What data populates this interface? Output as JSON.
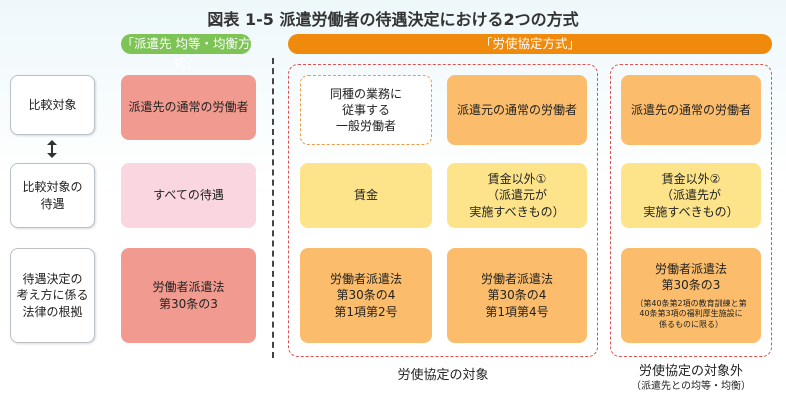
{
  "title": "図表 1-5 派遣労働者の待遇決定における2つの方式",
  "headers": {
    "equal": "「派遣先 均等・均衡方式」",
    "labor": "「労使協定方式」"
  },
  "row_labels": {
    "compare": "比較対象",
    "target": "比較対象の\n待遇",
    "law": "待遇決定の\n考え方に係る\n法律の根拠"
  },
  "arrow_icon": "up-down-arrow",
  "col_equal": {
    "compare": "派遣先の通常の労働者",
    "target": "すべての待遇",
    "law": "労働者派遣法\n第30条の3"
  },
  "col_general": {
    "compare": "同種の業務に\n従事する\n一般労働者",
    "target": "賃金",
    "law": "労働者派遣法\n第30条の4\n第1項第2号"
  },
  "col_origin": {
    "compare": "派遣元の通常の労働者",
    "target": "賃金以外①\n（派遣元が\n実施すべきもの）",
    "law": "労働者派遣法\n第30条の4\n第1項第4号"
  },
  "col_dest": {
    "compare": "派遣先の通常の労働者",
    "target": "賃金以外②\n（派遣先が\n実施すべきもの）",
    "law": "労働者派遣法\n第30条の3",
    "law_note": "（第40条第2項の教育訓練と第\n40条第3項の福利厚生施設に\n係るものに限る）"
  },
  "captions": {
    "covered": "労使協定の対象",
    "excluded": "労使協定の対象外",
    "excluded_sub": "（派遣先との均等・均衡）"
  },
  "colors": {
    "green_header": "#7dc356",
    "orange_header": "#ef8a0c",
    "red_box": "#f19b90",
    "pink_box": "#fad6e0",
    "orange_box": "#fbbd6c",
    "yellow_box": "#fde48a",
    "red_frame": "#e05050"
  }
}
